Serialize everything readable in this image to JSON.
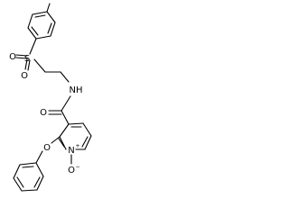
{
  "molecule": {
    "atoms": {
      "s": "S",
      "o_sulfonyl_1": "O",
      "o_sulfonyl_2": "O",
      "o_amide": "O",
      "nh": "NH",
      "n_ring": "N",
      "n_charge": "+",
      "o_noxide": "O",
      "o_noxide_charge": "−",
      "o_ether": "O"
    }
  }
}
